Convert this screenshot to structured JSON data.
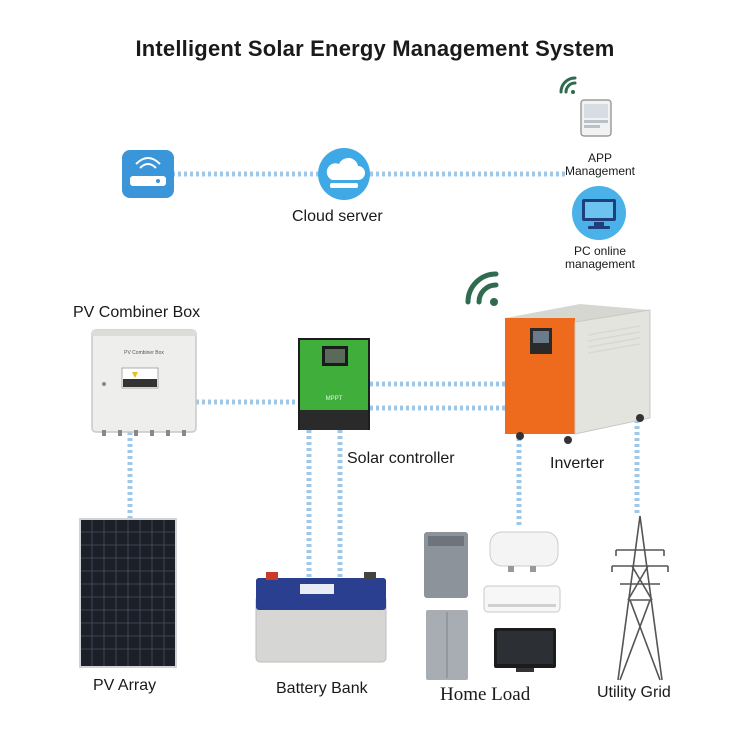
{
  "title": "Intelligent Solar Energy Management System",
  "labels": {
    "cloud_server": "Cloud server",
    "app_management": "APP Management",
    "app_line1": "APP",
    "app_line2": "Management",
    "pc_line1": "PC online",
    "pc_line2": "management",
    "pv_combiner_box": "PV Combiner Box",
    "solar_controller": "Solar controller",
    "inverter": "Inverter",
    "pv_array": "PV Array",
    "battery_bank": "Battery Bank",
    "home_load": "Home Load",
    "utility_grid": "Utility Grid"
  },
  "device_text": {
    "combiner_plate": "PV Combiner Box",
    "controller_brand": "MPPT"
  },
  "colors": {
    "link": "#9fc8e8",
    "link_dot": "#7fb4dd",
    "controller_green": "#3fae3a",
    "inverter_orange": "#ee6a1c",
    "battery_blue": "#2a3f8f",
    "wifi_green": "#2f6b4e"
  },
  "icons": [
    "router-icon",
    "cloud-icon",
    "wifi-icon",
    "tablet-icon",
    "monitor-icon"
  ]
}
